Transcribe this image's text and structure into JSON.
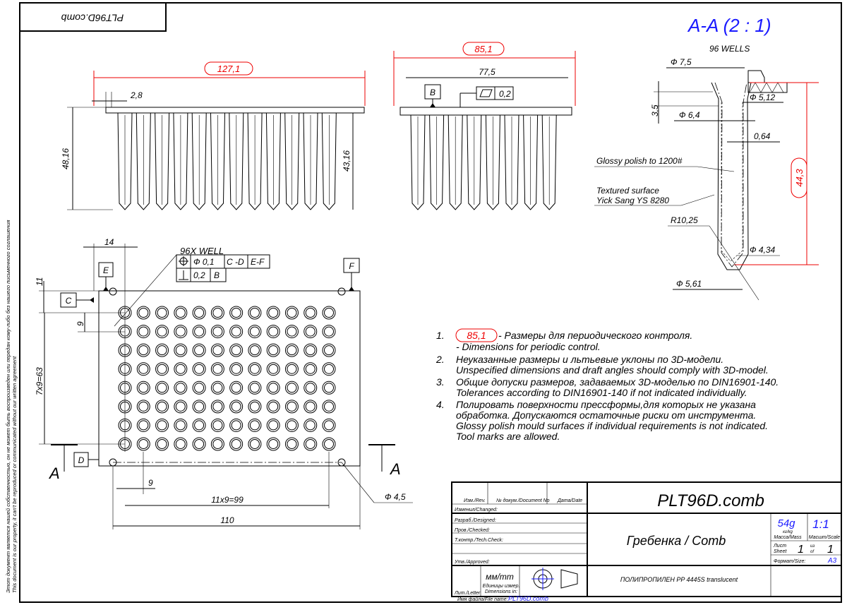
{
  "corner_label": "PLT96D.comb",
  "side_note": [
    "Этот документ является нашей собственностью, он не может быть воспроизведен или передан кому-либо без нашего письменного соглашения",
    "This document is our property, it can't be reproduced or communicated without our written agreement"
  ],
  "front_view": {
    "overall": "127,1",
    "flange": "2,8",
    "height": "48,16",
    "teeth_height": "43,16"
  },
  "side_view": {
    "overall": "85,1",
    "inner": "77,5",
    "datum": "B",
    "flatness": "0,2"
  },
  "section": {
    "title": "A-A (2 : 1)",
    "subtitle": "96 WELLS",
    "d_top": "Ф 7,5",
    "d_512": "Ф 5,12",
    "h_35": "3,5",
    "d_64": "Ф 6,4",
    "wall": "0,64",
    "polish": "Glossy polish to 1200#",
    "texture_1": "Textured surface",
    "texture_2": "Yick Sang YS 8280",
    "radius": "R10,25",
    "d_434": "Ф 4,34",
    "d_561": "Ф 5,61",
    "length": "44,3"
  },
  "plan_view": {
    "well_label": "96X WELL",
    "fcf_row1": [
      "Ф  0,1",
      "C -D",
      "E-F"
    ],
    "fcf_row2": [
      "0,2",
      "B"
    ],
    "dim_14": "14",
    "dim_11": "11",
    "dim_9v": "9",
    "dim_rows": "7x9=63",
    "dim_9h": "9",
    "dim_cols": "11x9=99",
    "dim_110": "110",
    "hole": "Ф 4,5",
    "datums": {
      "c": "C",
      "d": "D",
      "e": "E",
      "f": "F"
    },
    "section_marker": "A",
    "rows": 8,
    "cols": 12
  },
  "notes": [
    {
      "num": "1.",
      "badge": "85,1",
      "lines": [
        "- Размеры для периодического контроля.",
        "- Dimensions for periodic control."
      ]
    },
    {
      "num": "2.",
      "lines": [
        "Неуказанные размеры и льтьевые уклоны по 3D-модели.",
        "Unspecified dimensions and draft angles should comply with 3D-model."
      ]
    },
    {
      "num": "3.",
      "lines": [
        "Общие допуски размеров, задаваемых 3D-моделью по DIN16901-140.",
        "Tolerances according to DIN16901-140 if not indicated individually."
      ]
    },
    {
      "num": "4.",
      "lines": [
        "Полировать поверхности прессформы,для которых не указана",
        "обработка. Допускаются остаточные риски от инструмента.",
        "Glossy polish mould surfaces if individual requirements is not indicated.",
        "Tool marks are allowed."
      ]
    }
  ],
  "title_block": {
    "rev": "Изм./Rev.",
    "doc_no": "№ докум./Document No",
    "date": "Дата/Date",
    "changed": "Изменил/Changed:",
    "designed": "Разраб./Designed:",
    "checked": "Пров./Checked:",
    "tech_check": "Т.контр./Tech.Check:",
    "approved": "Утв./Approved:",
    "letter": "Лит./Letter",
    "units": "мм/mm",
    "units_label_1": "Единицы измер.",
    "units_label_2": "Dimensions in:",
    "drawing_name": "PLT96D.comb",
    "part_name": "Гребенка / Comb",
    "material": "ПОЛИПРОПИЛЕН PP 4445S translucent",
    "mass": "54g",
    "mass_unit": "кг/kg",
    "mass_label": "Масса/Mass",
    "scale": "1:1",
    "scale_label": "Масшт/Scale",
    "sheet_label_1": "Лист",
    "sheet_label_2": "Sheet",
    "sheet": "1",
    "of_label_1": "из",
    "of_label_2": "of",
    "sheets": "1",
    "size_label": "Формат/Size:",
    "size": "A3",
    "file_label": "Имя файла/File name:",
    "file_name": "PLT96D.comb"
  },
  "colors": {
    "accent_blue": "#1a1aff",
    "control_red": "#e00000"
  }
}
